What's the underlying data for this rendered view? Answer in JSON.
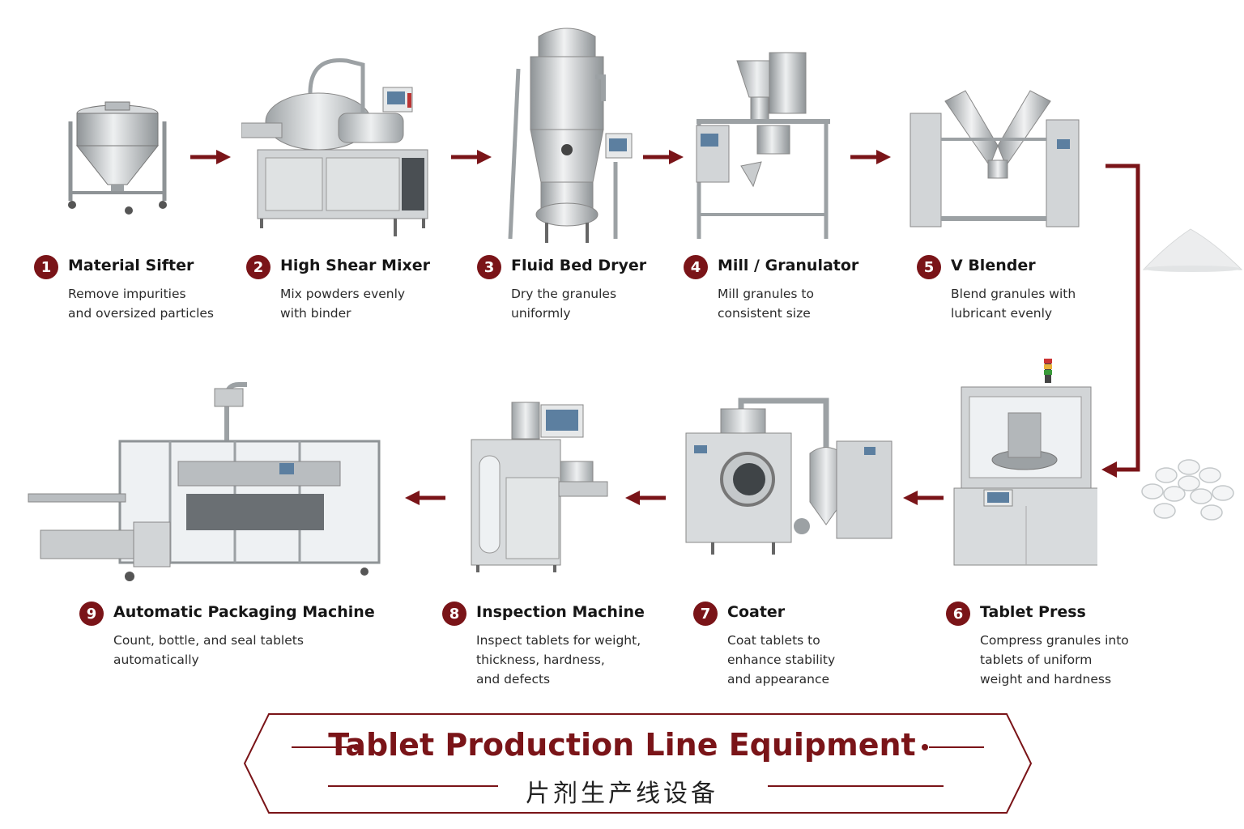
{
  "colors": {
    "accent": "#7a1418",
    "steel": "#c9ccce",
    "steel_dark": "#8e9396",
    "text": "#1e1e1e"
  },
  "steps": [
    {
      "number": "1",
      "title": "Material Sifter",
      "desc": [
        "Remove impurities",
        "and oversized particles"
      ]
    },
    {
      "number": "2",
      "title": "High Shear Mixer",
      "desc": [
        "Mix powders evenly",
        "with binder"
      ]
    },
    {
      "number": "3",
      "title": "Fluid Bed Dryer",
      "desc": [
        "Dry the granules",
        "uniformly"
      ]
    },
    {
      "number": "4",
      "title": "Mill / Granulator",
      "desc": [
        "Mill granules to",
        "consistent size"
      ]
    },
    {
      "number": "5",
      "title": "V Blender",
      "desc": [
        "Blend granules with",
        "lubricant evenly"
      ]
    },
    {
      "number": "6",
      "title": "Tablet Press",
      "desc": [
        "Compress granules into",
        "tablets of uniform",
        "weight and hardness"
      ]
    },
    {
      "number": "7",
      "title": "Coater",
      "desc": [
        "Coat tablets to",
        "enhance stability",
        "and appearance"
      ]
    },
    {
      "number": "8",
      "title": "Inspection Machine",
      "desc": [
        "Inspect tablets for weight,",
        "thickness, hardness,",
        "and defects"
      ]
    },
    {
      "number": "9",
      "title": "Automatic Packaging Machine",
      "desc": [
        "Count, bottle, and seal tablets",
        "automatically"
      ]
    }
  ],
  "footer": {
    "title": "Tablet Production Line Equipment",
    "subtitle": "片剂生产线设备"
  }
}
